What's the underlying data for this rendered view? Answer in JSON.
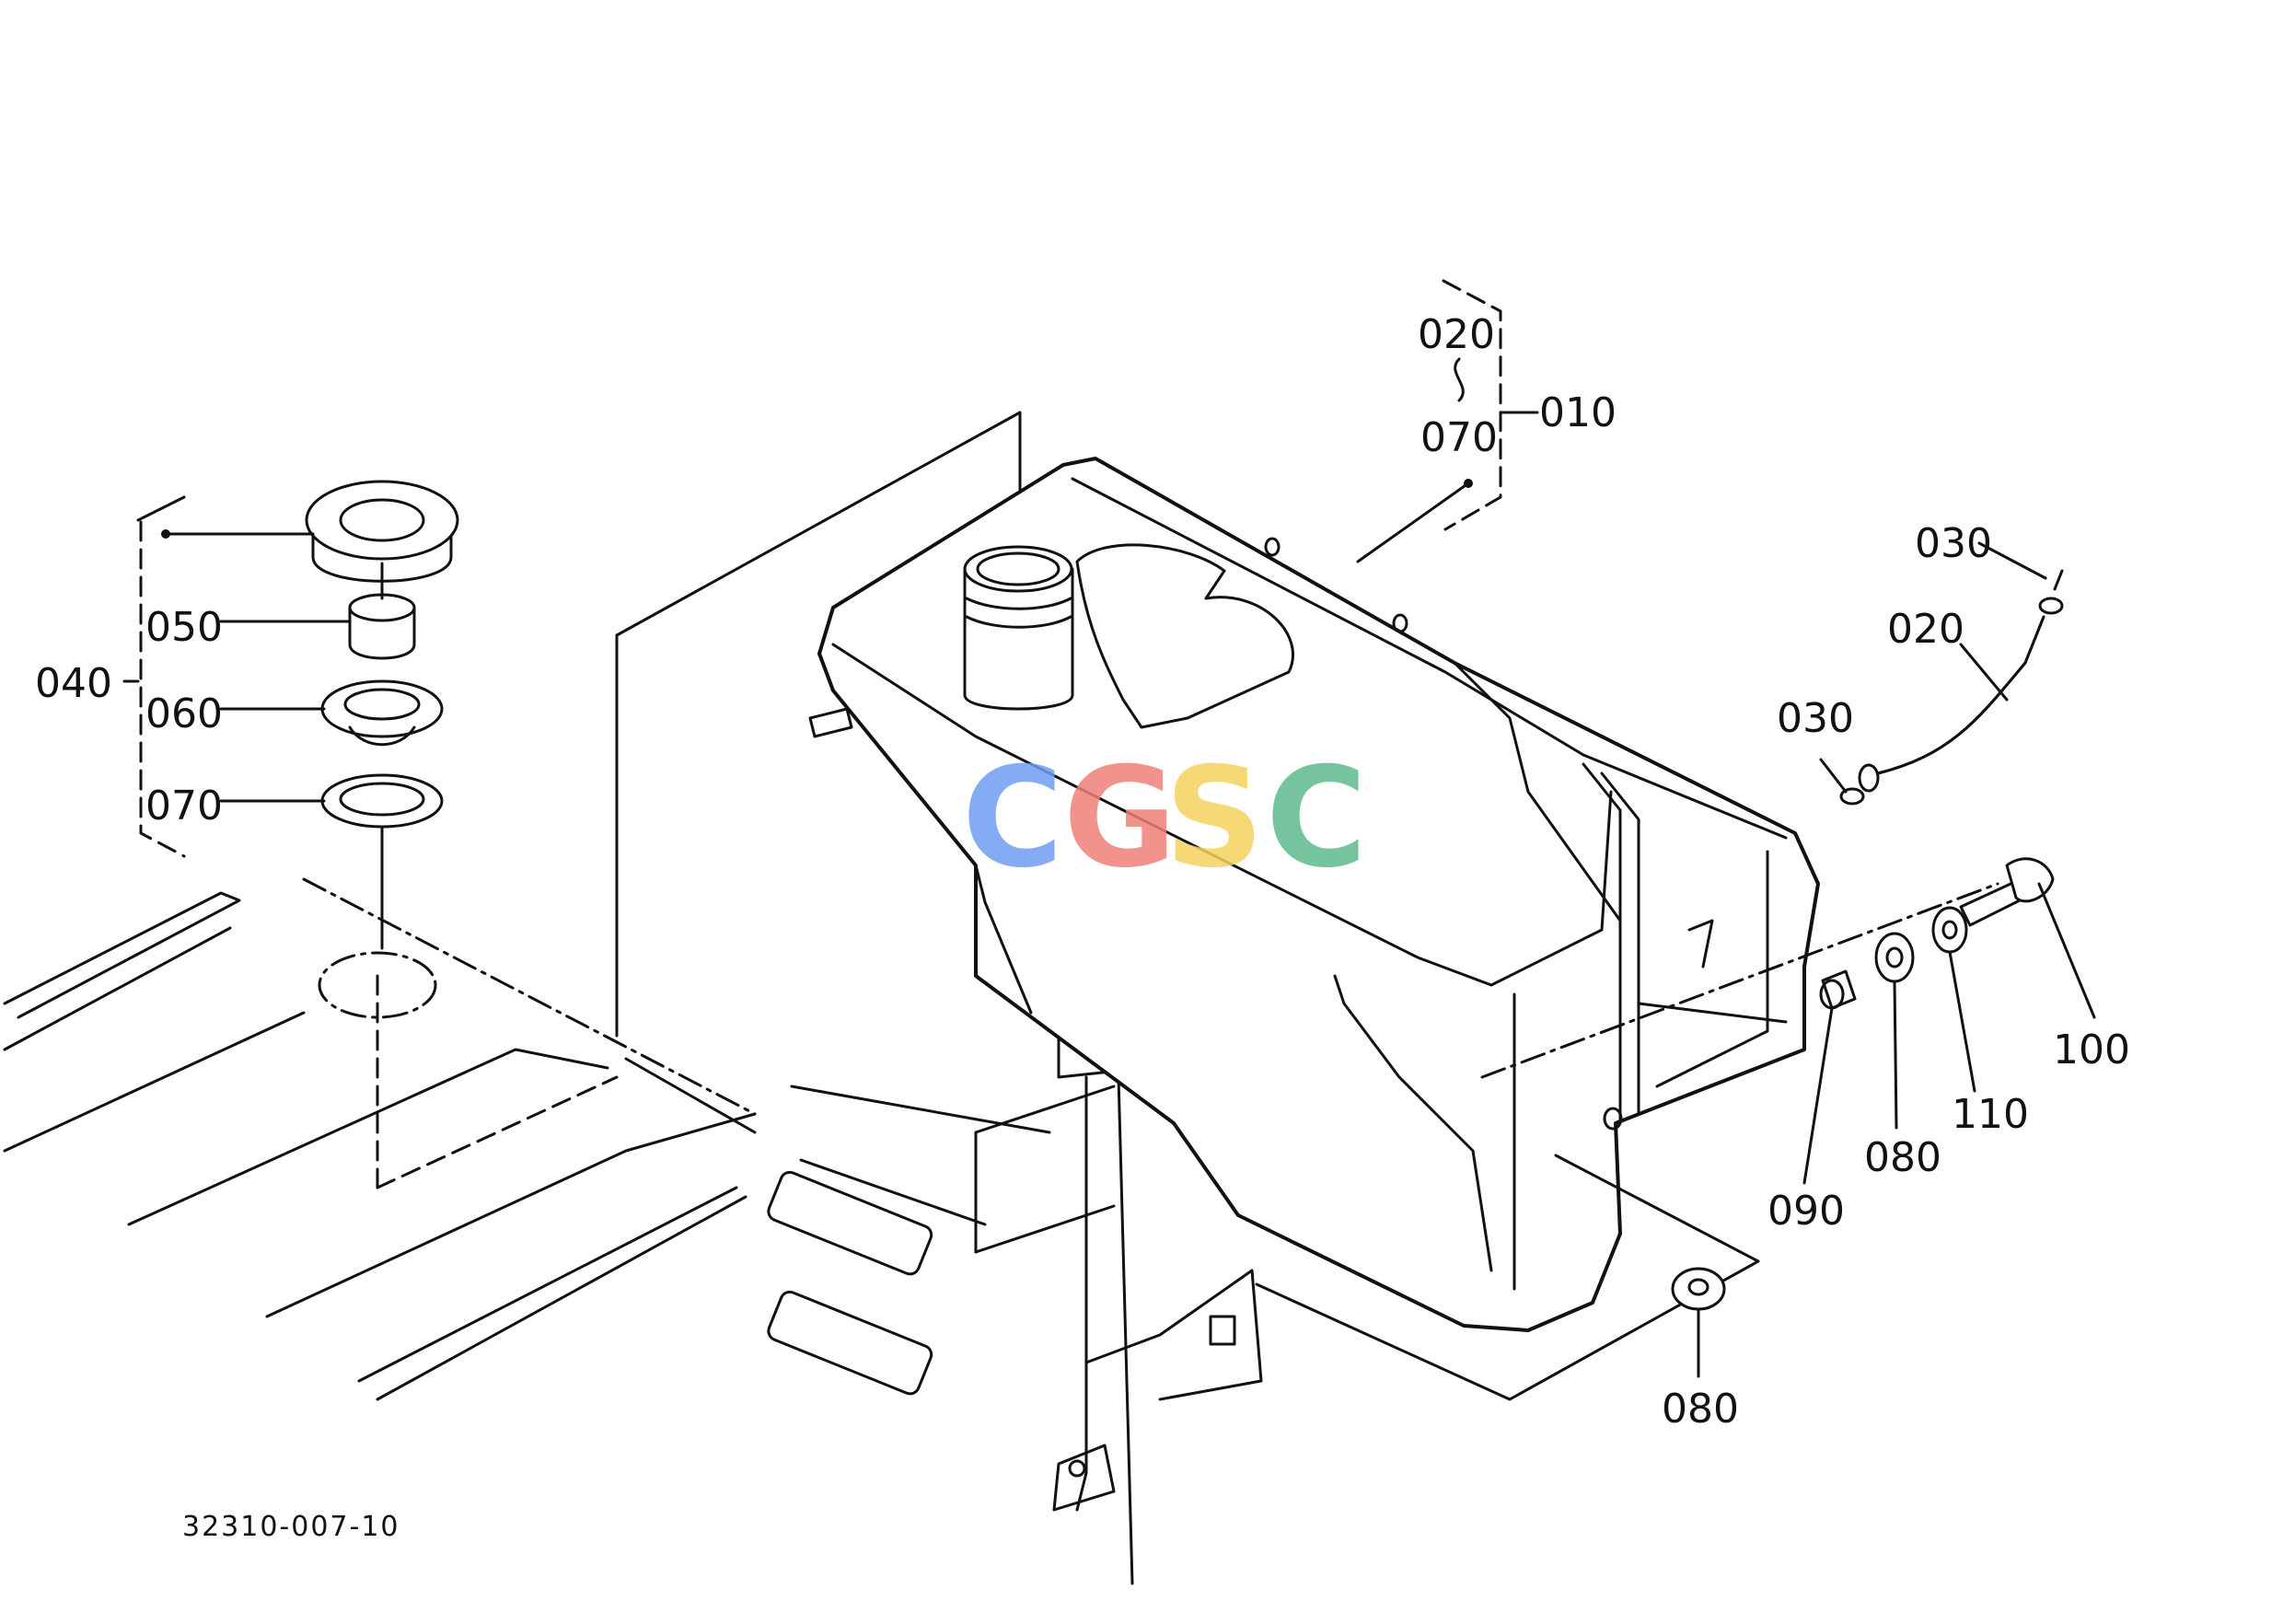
{
  "drawing_code": "32310-007-10",
  "callouts": {
    "tank_group": "010",
    "tank_range_start": "020",
    "tank_range_end": "070",
    "cap_group": "040",
    "cap_filter": "050",
    "cap_strainer": "060",
    "cap_gasket": "070",
    "clamp_top": "030",
    "hose": "020",
    "clamp_bottom": "030",
    "bolt": "100",
    "washer_plain": "110",
    "cushion_upper": "080",
    "collar": "090",
    "cushion_lower": "080"
  },
  "watermark": {
    "letters": [
      "C",
      "G",
      "S",
      "C"
    ],
    "colors": [
      "#6f9ef3",
      "#ef7f78",
      "#f5d25e",
      "#5fba8c"
    ]
  }
}
